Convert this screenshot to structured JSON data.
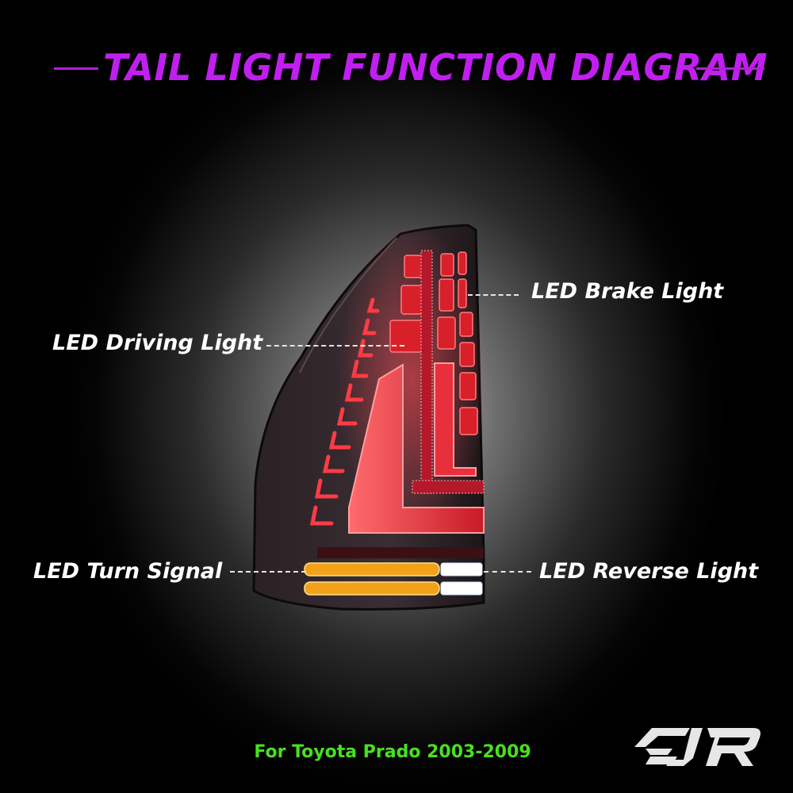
{
  "header": {
    "title": "TAIL LIGHT FUNCTION DIAGRAM"
  },
  "labels": {
    "brake": "LED Brake Light",
    "driving": "LED Driving Light",
    "turn": "LED Turn Signal",
    "reverse": "LED Reverse Light"
  },
  "footer": {
    "text": "For Toyota Prado 2003-2009"
  },
  "logo": {
    "text": "EJR"
  },
  "colors": {
    "title": "#c11ef0",
    "footer": "#48e020",
    "brake_red": "#d8202a",
    "turn_amber": "#f2a21a",
    "reverse_white": "#ffffff"
  }
}
